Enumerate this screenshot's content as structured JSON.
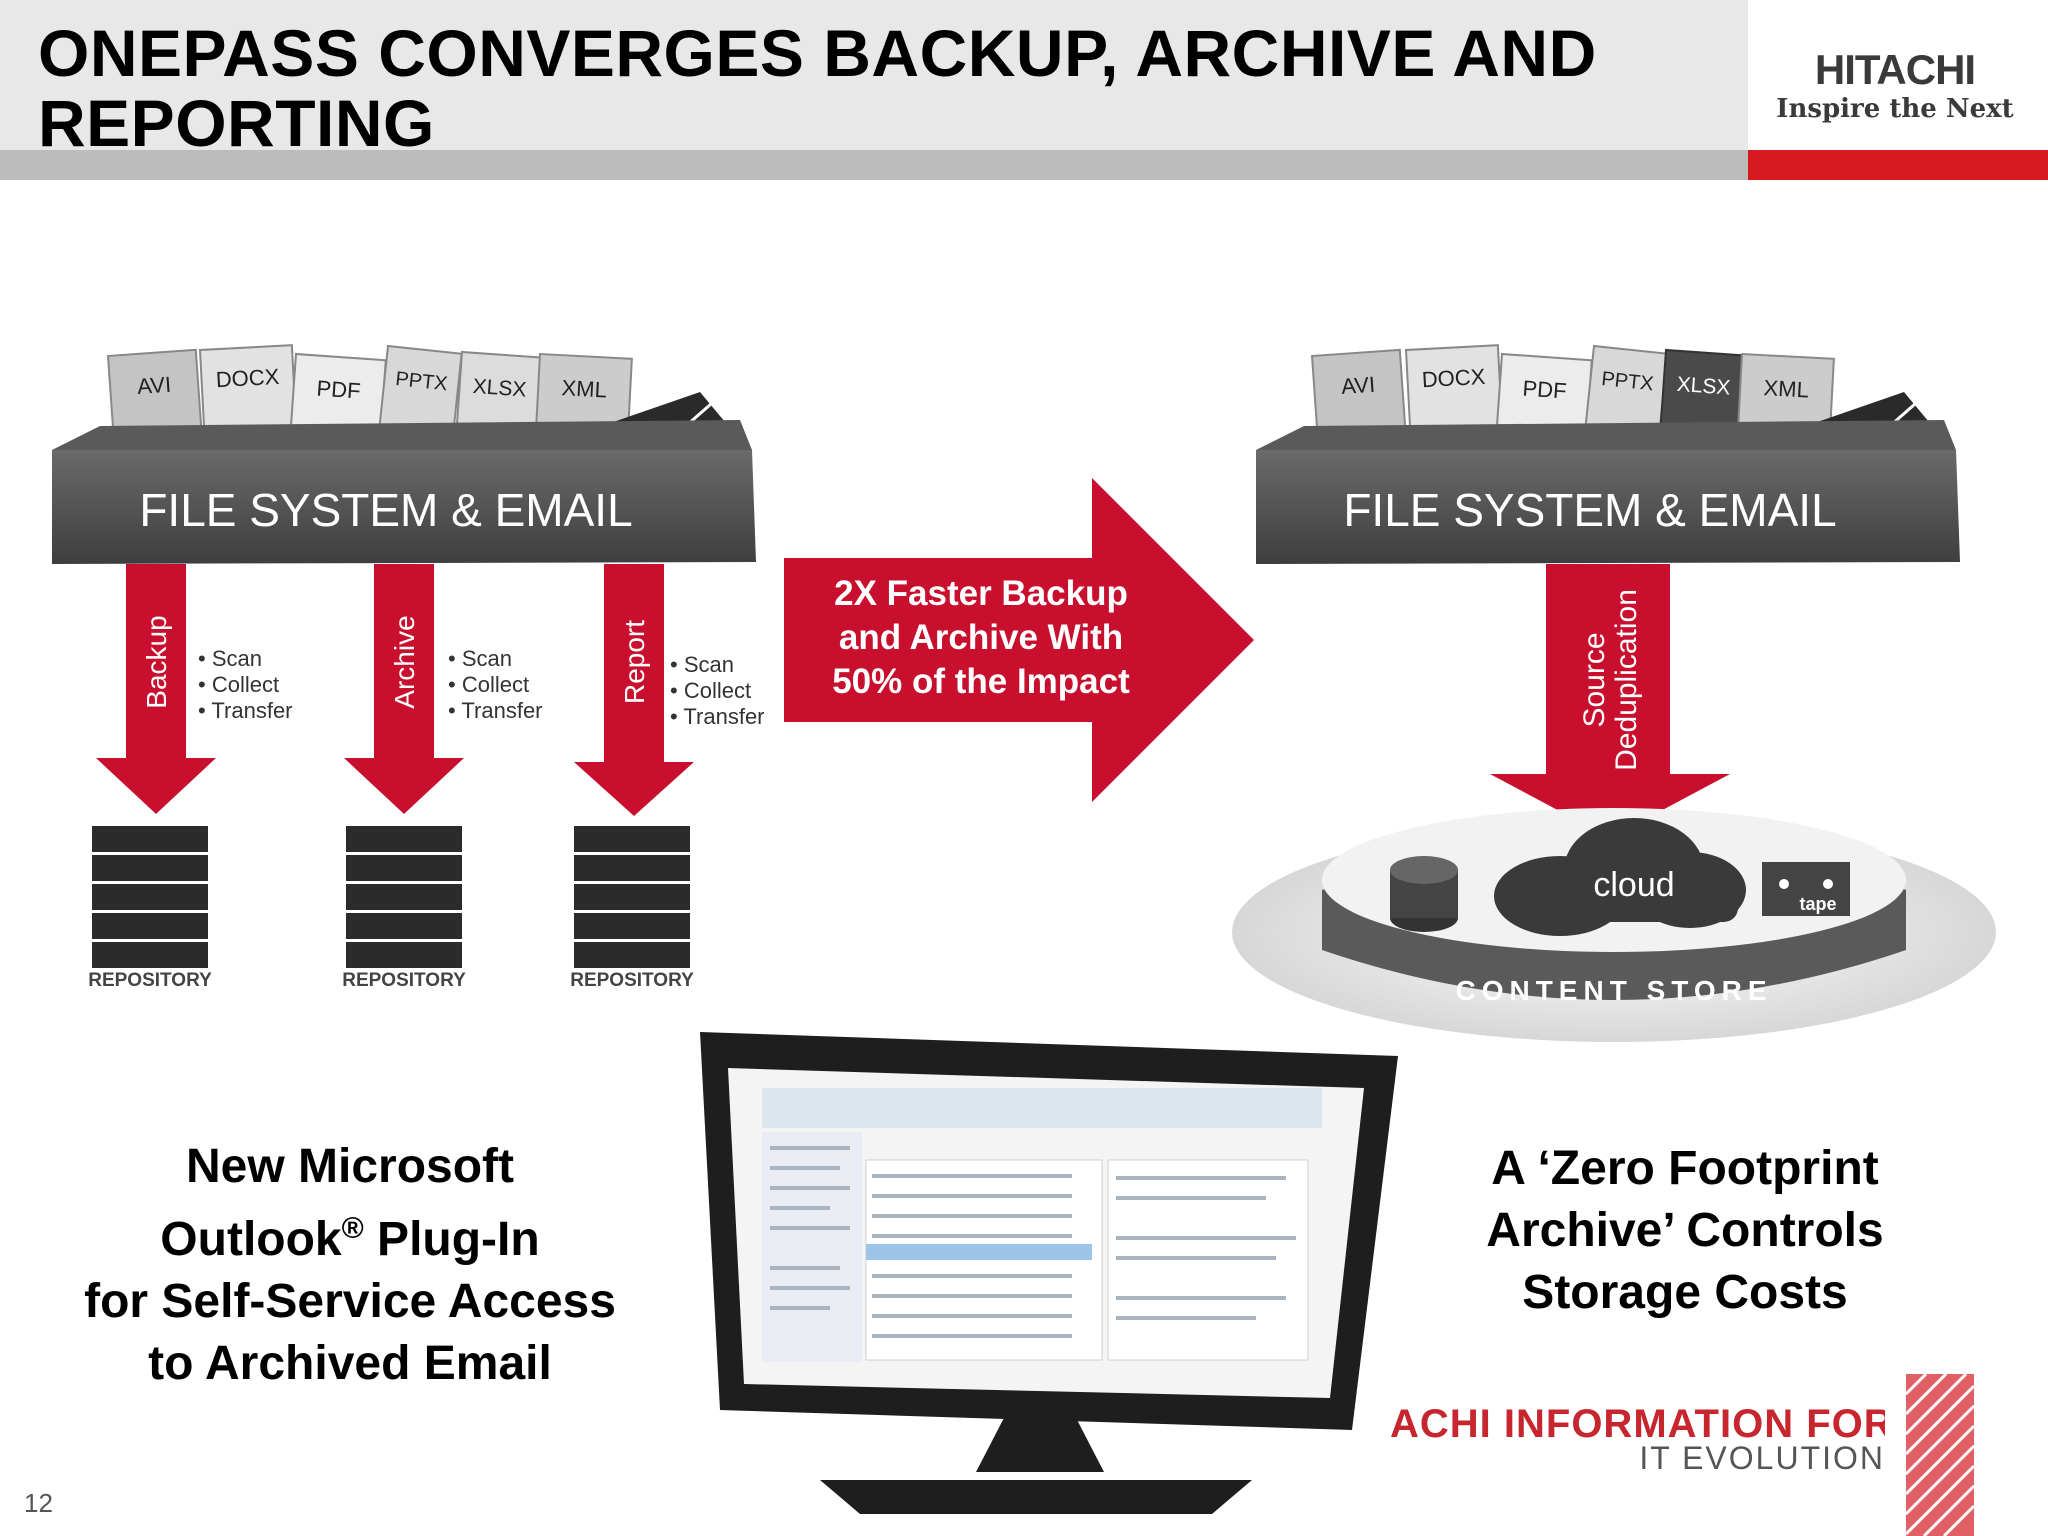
{
  "header": {
    "title_line1": "ONEPASS CONVERGES BACKUP, ARCHIVE AND",
    "title_line2": "REPORTING",
    "brand": "HITACHI",
    "tagline": "Inspire the Next"
  },
  "left_diagram": {
    "files": [
      "AVI",
      "DOCX",
      "PDF",
      "PPTX",
      "XLSX",
      "XML"
    ],
    "bin_label": "FILE SYSTEM & EMAIL",
    "flows": [
      {
        "label": "Backup",
        "steps": [
          "• Scan",
          "• Collect",
          "• Transfer"
        ],
        "repository": "REPOSITORY"
      },
      {
        "label": "Archive",
        "steps": [
          "• Scan",
          "• Collect",
          "• Transfer"
        ],
        "repository": "REPOSITORY"
      },
      {
        "label": "Report",
        "steps": [
          "• Scan",
          "• Collect",
          "• Transfer"
        ],
        "repository": "REPOSITORY"
      }
    ]
  },
  "center_arrow": {
    "line1": "2X Faster Backup",
    "line2": "and Archive With",
    "line3": "50% of the Impact"
  },
  "right_diagram": {
    "files": [
      "AVI",
      "DOCX",
      "PDF",
      "PPTX",
      "XLSX",
      "XML"
    ],
    "bin_label": "FILE SYSTEM & EMAIL",
    "flow_label_line1": "Source",
    "flow_label_line2": "Deduplication",
    "cloud_label": "cloud",
    "tape_label": "tape",
    "store_label": "CONTENT STORE"
  },
  "left_caption": {
    "line1": "New Microsoft",
    "line2": "Outlook",
    "line2_sup": "®",
    "line2_rest": " Plug-In",
    "line3": "for Self-Service Access",
    "line4": "to Archived Email"
  },
  "right_caption": {
    "line1": "A ‘Zero Footprint",
    "line2": "Archive’ Controls",
    "line3": "Storage Costs"
  },
  "forum": {
    "title": "ACHI INFORMATION FORUM",
    "subtitle": "IT EVOLUTION"
  },
  "footer": {
    "page_number": "12"
  },
  "colors": {
    "accent_red": "#c8102e",
    "bin_gray": "#4d4d4d",
    "header_gray": "#e8e8e8"
  }
}
